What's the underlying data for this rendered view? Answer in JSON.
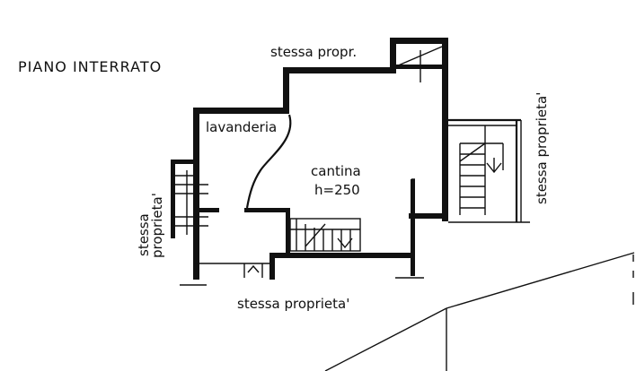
{
  "plan": {
    "title": "PIANO INTERRATO",
    "rooms": {
      "lavanderia": "lavanderia",
      "cantina": "cantina",
      "height": "h=250"
    },
    "neighbors": {
      "top": "stessa propr.",
      "right": "stessa proprieta'",
      "bottom": "stessa proprieta'",
      "left_line1": "stessa",
      "left_line2": "proprieta'"
    }
  },
  "colors": {
    "ink": "#111111",
    "paper": "#ffffff"
  }
}
